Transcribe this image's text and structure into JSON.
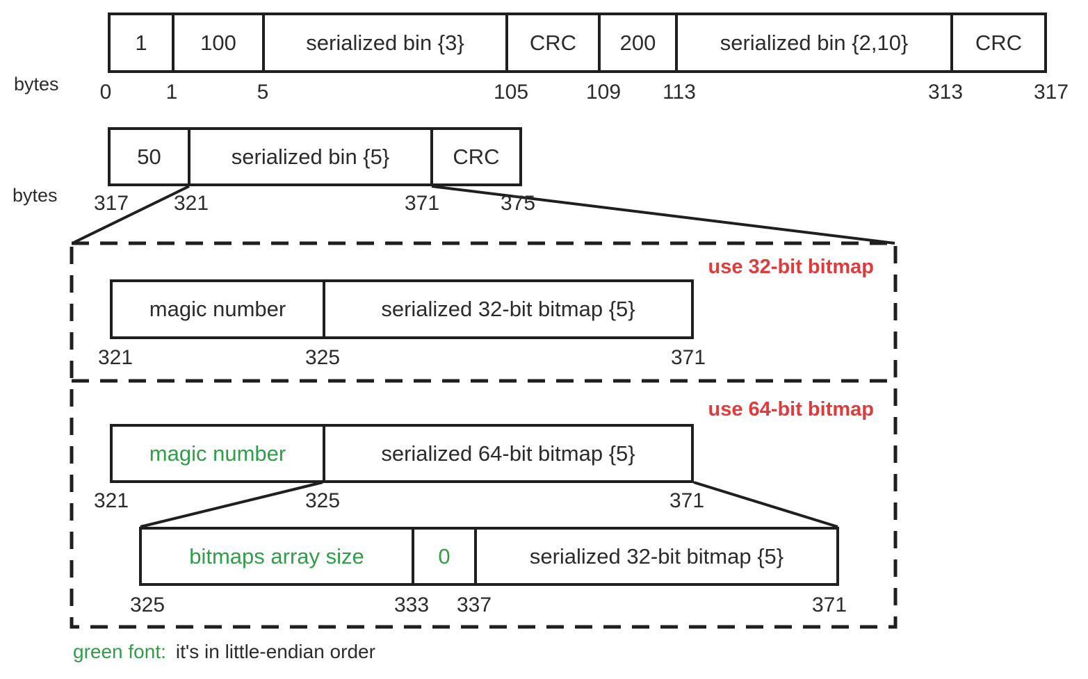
{
  "bytes_label": "bytes",
  "row1": {
    "cells": [
      "1",
      "100",
      "serialized bin {3}",
      "CRC",
      "200",
      "serialized bin {2,10}",
      "CRC"
    ],
    "offsets": [
      "0",
      "1",
      "5",
      "105",
      "109",
      "113",
      "313",
      "317"
    ]
  },
  "row2": {
    "cells": [
      "50",
      "serialized bin {5}",
      "CRC"
    ],
    "offsets": [
      "317",
      "321",
      "371",
      "375"
    ]
  },
  "bitmap32": {
    "caption": "use 32-bit bitmap",
    "cells": [
      "magic number",
      "serialized 32-bit bitmap {5}"
    ],
    "offsets": [
      "321",
      "325",
      "371"
    ]
  },
  "bitmap64": {
    "caption": "use 64-bit bitmap",
    "cells": [
      "magic number",
      "serialized 64-bit bitmap {5}"
    ],
    "offsets": [
      "321",
      "325",
      "371"
    ]
  },
  "inner": {
    "cells": [
      "bitmaps array size",
      "0",
      "serialized 32-bit bitmap {5}"
    ],
    "offsets": [
      "325",
      "333",
      "337",
      "371"
    ]
  },
  "footer": {
    "label": "green font:",
    "note": "it's in little-endian order"
  },
  "colors": {
    "green": "#2f9e48",
    "red": "#e03b3c",
    "text": "#2b2b2b",
    "line": "#1f1f1f"
  }
}
